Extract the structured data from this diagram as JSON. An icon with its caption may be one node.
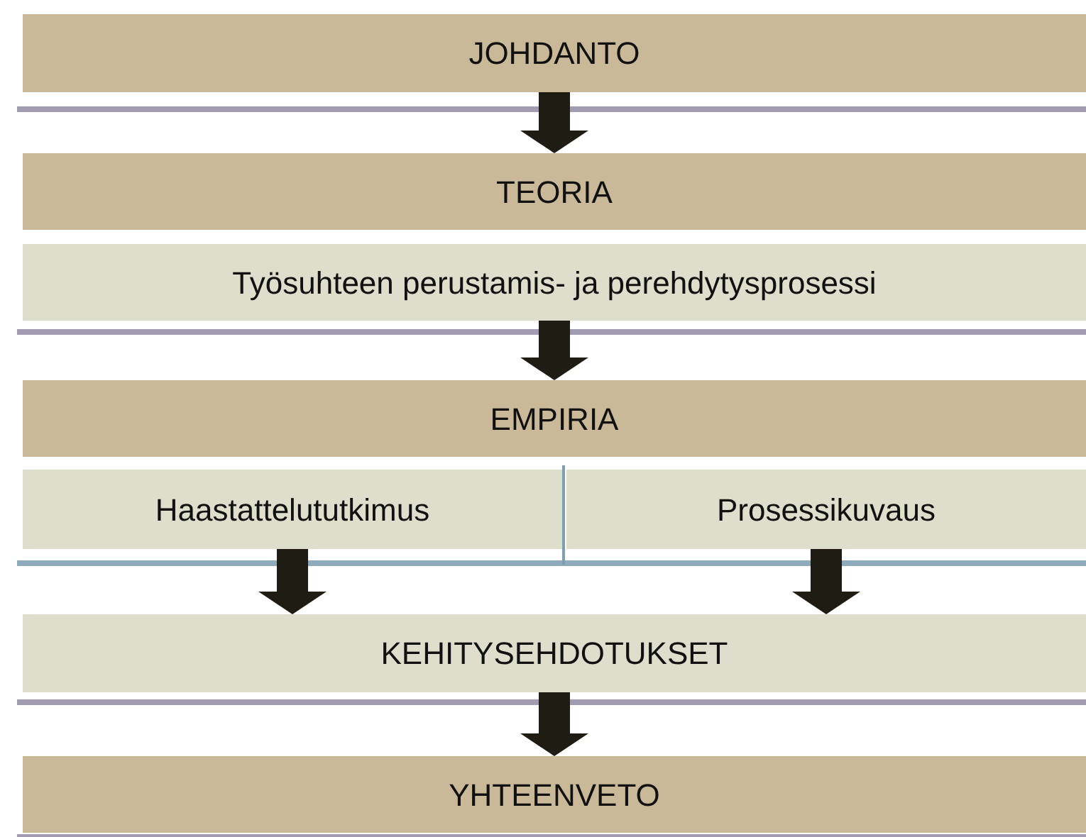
{
  "diagram": {
    "nodes": [
      {
        "text": [
          "JOHDANTO"
        ]
      },
      {
        "text": [
          "TEORIA"
        ]
      },
      {
        "text": [
          "Työsuhteen perustamis- ja perehdytysprosessi"
        ]
      },
      {
        "text": [
          "EMPIRIA"
        ]
      },
      {
        "text": [
          "Haastattelututkimus"
        ]
      },
      {
        "text": [
          "Prosessikuvaus"
        ]
      },
      {
        "text": [
          "KEHITYSEHDOTUKSET"
        ]
      },
      {
        "text": [
          "YHTEENVETO"
        ]
      }
    ],
    "edges": [
      {
        "from": 0,
        "to": 1,
        "arrow": "to"
      },
      {
        "from": 2,
        "to": 3,
        "arrow": "to"
      },
      {
        "from": 4,
        "to": 6,
        "arrow": "to"
      },
      {
        "from": 5,
        "to": 6,
        "arrow": "to"
      },
      {
        "from": 6,
        "to": 7,
        "arrow": "to"
      }
    ]
  }
}
